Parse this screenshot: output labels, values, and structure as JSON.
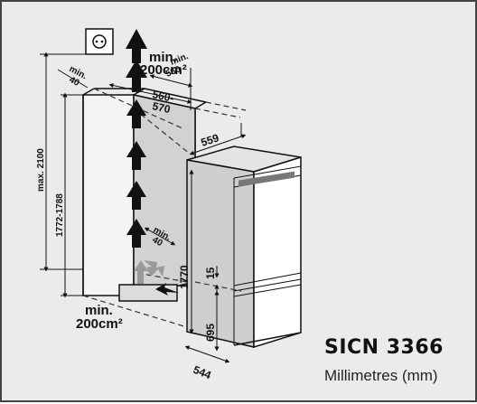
{
  "model": "SICN 3366",
  "units": "Millimetres (mm)",
  "labels": {
    "vent_top": "min.",
    "vent_top_area": "200cm²",
    "vent_bottom": "min.",
    "vent_bottom_area": "200cm²",
    "min_40_top": "min.",
    "min_40_top_val": "40",
    "min_560": "min.",
    "min_560_val": "560",
    "niche_width": "560-",
    "niche_width2": "570",
    "depth_559": "559",
    "max_height": "max. 2100",
    "niche_height": "1772-1788",
    "min_40_mid": "min.",
    "min_40_mid_val": "40",
    "height_1770": "1770",
    "gap_15": "15",
    "height_695": "695",
    "width_544": "544"
  },
  "colors": {
    "background": "#ebebeb",
    "border": "#444444",
    "line": "#111111",
    "dash": "#333333",
    "air_arrow_grey": "#9a9a9a"
  }
}
